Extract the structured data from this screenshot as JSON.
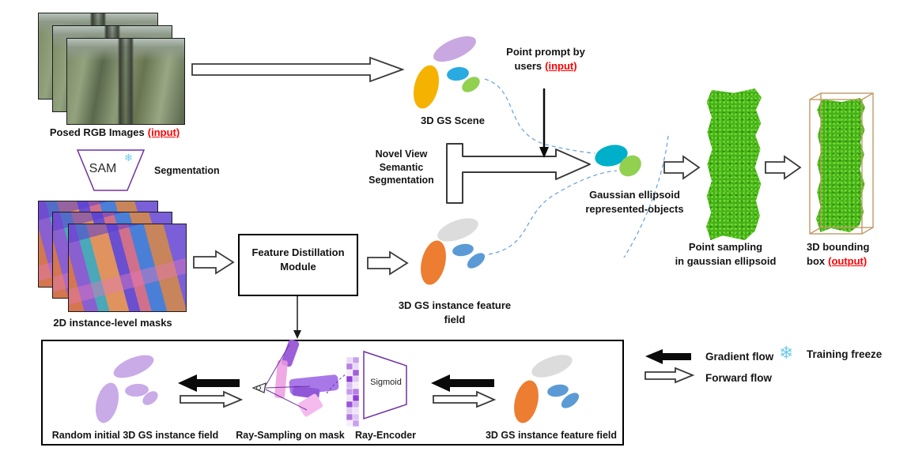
{
  "icons": {
    "snowflake": "❄"
  },
  "nodes": {
    "posed_rgb": "Posed RGB Images",
    "input_tag": "(input)",
    "sam": "SAM",
    "segmentation": "Segmentation",
    "masks_2d": "2D instance-level masks",
    "gs_scene": "3D GS Scene",
    "point_prompt_l1": "Point prompt by",
    "point_prompt_l2": "users",
    "novel_view_l1": "Novel View",
    "novel_view_l2": "Semantic",
    "novel_view_l3": "Segmentation",
    "fdm_l1": "Feature Distillation",
    "fdm_l2": "Module",
    "instance_field_l1": "3D GS instance feature",
    "instance_field_l2": "field",
    "gaussian_obj_l1": "Gaussian ellipsoid",
    "gaussian_obj_l2": "represented-objects",
    "point_sampling_l1": "Point sampling",
    "point_sampling_l2": "in gaussian ellipsoid",
    "bbox_l1": "3D bounding",
    "bbox_l2": "box",
    "output_tag": "(output)"
  },
  "panel": {
    "random_field": "Random initial 3D GS instance field",
    "ray_sampling": "Ray-Sampling on mask",
    "ray_encoder": "Ray-Encoder",
    "sigmoid": "Sigmoid",
    "instance_field": "3D GS instance feature field"
  },
  "legend": {
    "gradient_flow": "Gradient flow",
    "forward_flow": "Forward flow",
    "training_freeze": "Training freeze"
  },
  "colors": {
    "purple": "#C9A7E0",
    "yellow": "#F5B201",
    "blue": "#29ABE2",
    "green": "#92D050",
    "cyan": "#00B0CA",
    "gray": "#DCDCDC",
    "orange": "#ED7D31",
    "steel_blue": "#5B9BD5",
    "lavender": "#C9ABE8",
    "red_tag": "#FF0000",
    "snowflake_blue": "#6FCBEE",
    "trapezoid_stroke": "#7030A0",
    "point_green": "#45B118",
    "bbox_wire": "#C09A66"
  }
}
